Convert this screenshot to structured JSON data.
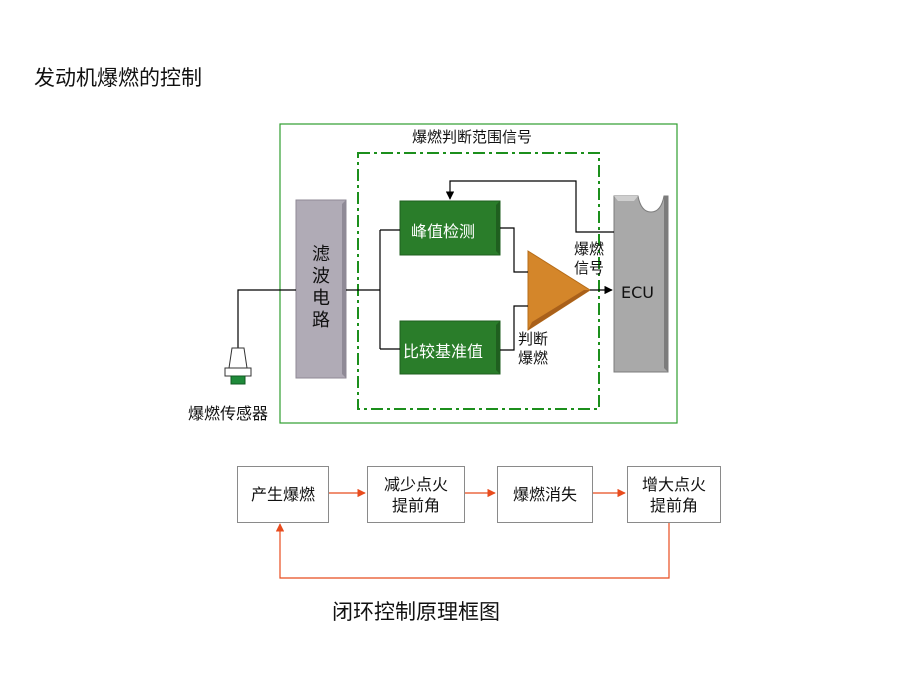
{
  "slide_title": "发动机爆燃的控制",
  "knock_diagram": {
    "range_signal_label": "爆燃判断范围信号",
    "filter_circuit_lines": [
      "滤",
      "波",
      "电",
      "路"
    ],
    "peak_detect_label": "峰值检测",
    "reference_compare_label": "比较基准值",
    "knock_signal_lines": [
      "爆燃",
      "信号"
    ],
    "knock_judge_lines": [
      "判断",
      "爆燃"
    ],
    "ecu_label": "ECU",
    "sensor_label": "爆燃传感器"
  },
  "loop_diagram": {
    "steps": [
      "产生爆燃",
      "减少点火\n提前角",
      "爆燃消失",
      "增大点火\n提前角"
    ],
    "caption": "闭环控制原理框图"
  },
  "colors": {
    "outer_border": "#2f9e2f",
    "dash_dot_border": "#1c8f1c",
    "green_box": "#2a7d2a",
    "filter_box": "#b0abb6",
    "ecu_box": "#a9a9a9",
    "amplifier": "#d4862a",
    "loop_arrow": "#e84c1e",
    "feedback_line": "#e84c1e"
  }
}
